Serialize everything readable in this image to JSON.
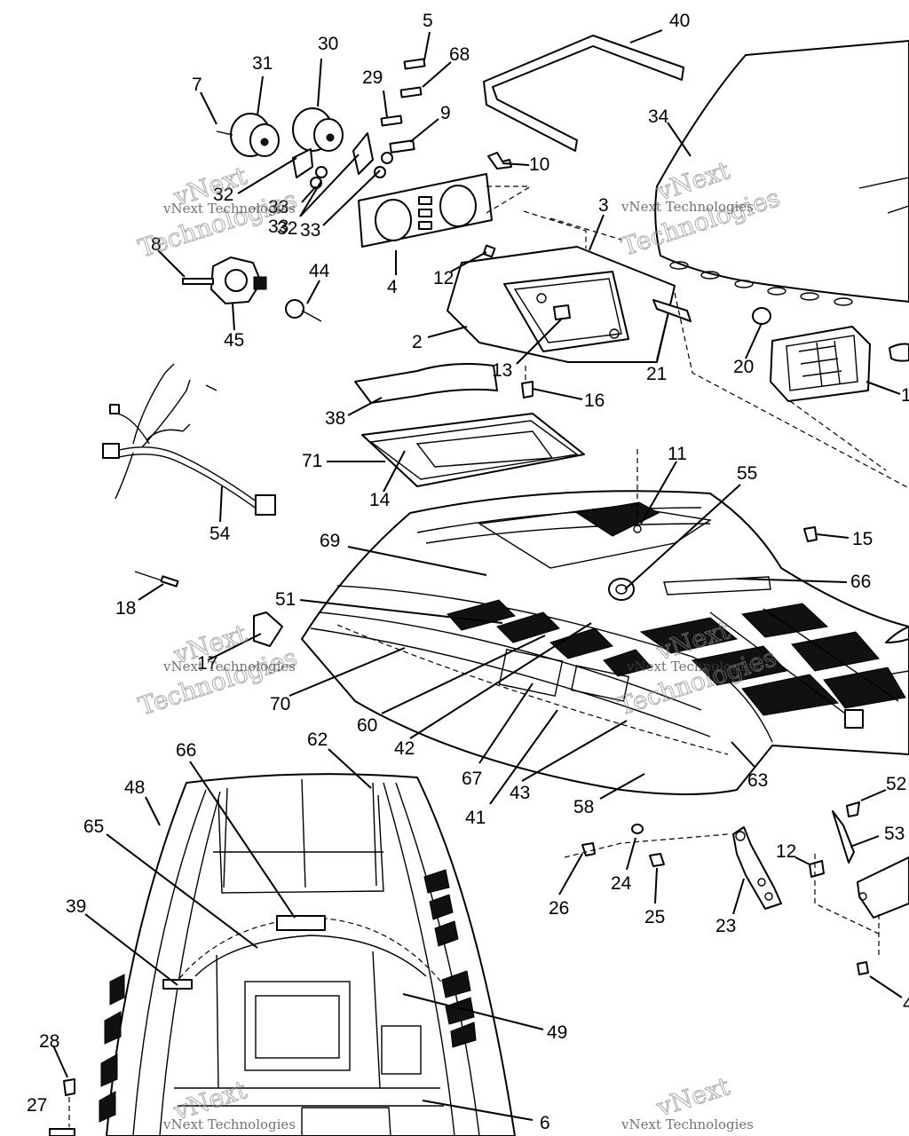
{
  "watermark": {
    "line1": "vNext",
    "line2": "Technologies",
    "full": "vNext Technologies"
  },
  "callouts": [
    "1",
    "2",
    "3",
    "4",
    "4",
    "5",
    "6",
    "7",
    "8",
    "9",
    "10",
    "11",
    "12",
    "12",
    "13",
    "14",
    "15",
    "16",
    "17",
    "18",
    "20",
    "21",
    "23",
    "24",
    "25",
    "26",
    "27",
    "28",
    "29",
    "30",
    "31",
    "32",
    "32",
    "33",
    "33",
    "33",
    "34",
    "38",
    "39",
    "40",
    "41",
    "42",
    "43",
    "44",
    "45",
    "48",
    "49",
    "51",
    "52",
    "53",
    "54",
    "55",
    "58",
    "60",
    "62",
    "63",
    "65",
    "66",
    "66",
    "67",
    "68",
    "69",
    "70",
    "71"
  ]
}
